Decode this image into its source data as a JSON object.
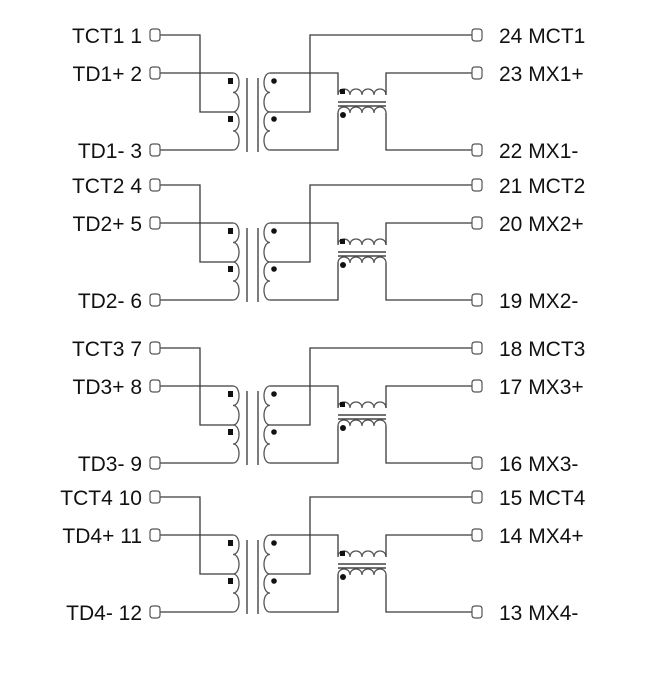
{
  "diagram": {
    "title": "",
    "type": "transformer-schematic",
    "channels": [
      {
        "id": 1,
        "left_pins": [
          {
            "label": "TCT1 1",
            "name": "TCT1",
            "number": 1,
            "role": "center-tap"
          },
          {
            "label": "TD1+ 2",
            "name": "TD1+",
            "number": 2,
            "role": "positive"
          },
          {
            "label": "TD1- 3",
            "name": "TD1-",
            "number": 3,
            "role": "negative"
          }
        ],
        "right_pins": [
          {
            "label": "24 MCT1",
            "name": "MCT1",
            "number": 24,
            "role": "center-tap"
          },
          {
            "label": "23 MX1+",
            "name": "MX1+",
            "number": 23,
            "role": "positive"
          },
          {
            "label": "22 MX1-",
            "name": "MX1-",
            "number": 22,
            "role": "negative"
          }
        ]
      },
      {
        "id": 2,
        "left_pins": [
          {
            "label": "TCT2 4",
            "name": "TCT2",
            "number": 4,
            "role": "center-tap"
          },
          {
            "label": "TD2+ 5",
            "name": "TD2+",
            "number": 5,
            "role": "positive"
          },
          {
            "label": "TD2- 6",
            "name": "TD2-",
            "number": 6,
            "role": "negative"
          }
        ],
        "right_pins": [
          {
            "label": "21 MCT2",
            "name": "MCT2",
            "number": 21,
            "role": "center-tap"
          },
          {
            "label": "20 MX2+",
            "name": "MX2+",
            "number": 20,
            "role": "positive"
          },
          {
            "label": "19 MX2-",
            "name": "MX2-",
            "number": 19,
            "role": "negative"
          }
        ]
      },
      {
        "id": 3,
        "left_pins": [
          {
            "label": "TCT3 7",
            "name": "TCT3",
            "number": 7,
            "role": "center-tap"
          },
          {
            "label": "TD3+ 8",
            "name": "TD3+",
            "number": 8,
            "role": "positive"
          },
          {
            "label": "TD3- 9",
            "name": "TD3-",
            "number": 9,
            "role": "negative"
          }
        ],
        "right_pins": [
          {
            "label": "18 MCT3",
            "name": "MCT3",
            "number": 18,
            "role": "center-tap"
          },
          {
            "label": "17 MX3+",
            "name": "MX3+",
            "number": 17,
            "role": "positive"
          },
          {
            "label": "16 MX3-",
            "name": "MX3-",
            "number": 16,
            "role": "negative"
          }
        ]
      },
      {
        "id": 4,
        "left_pins": [
          {
            "label": "TCT4 10",
            "name": "TCT4",
            "number": 10,
            "role": "center-tap"
          },
          {
            "label": "TD4+ 11",
            "name": "TD4+",
            "number": 11,
            "role": "positive"
          },
          {
            "label": "TD4- 12",
            "name": "TD4-",
            "number": 12,
            "role": "negative"
          }
        ],
        "right_pins": [
          {
            "label": "15 MCT4",
            "name": "MCT4",
            "number": 15,
            "role": "center-tap"
          },
          {
            "label": "14 MX4+",
            "name": "MX4+",
            "number": 14,
            "role": "positive"
          },
          {
            "label": "13 MX4-",
            "name": "MX4-",
            "number": 13,
            "role": "negative"
          }
        ]
      }
    ],
    "components_per_channel": [
      "center-tapped isolation transformer",
      "common-mode choke"
    ],
    "colors": {
      "wire": "#3a3a3a",
      "text": "#111111",
      "background": "#ffffff"
    }
  }
}
